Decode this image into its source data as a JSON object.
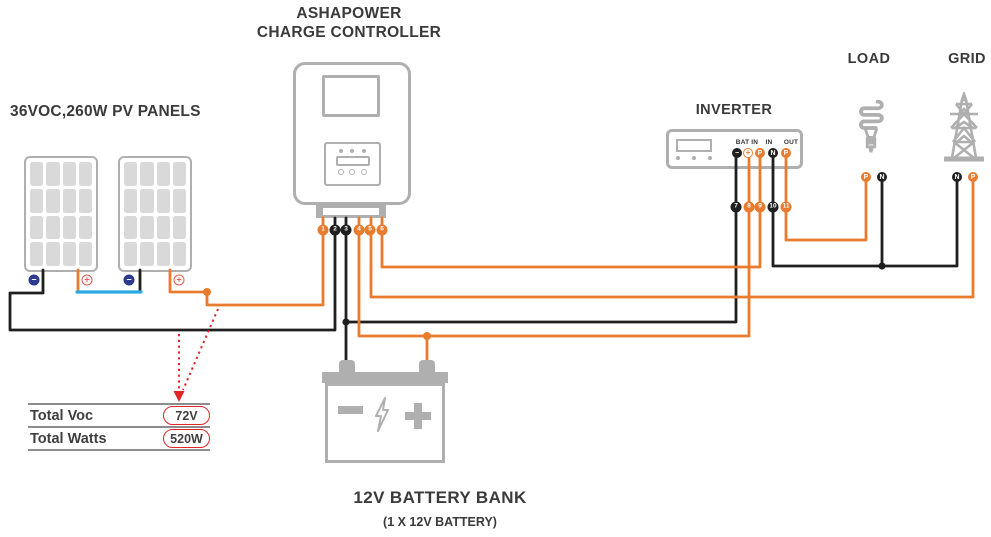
{
  "colors": {
    "orange": "#E87B2D",
    "wireblack": "#1F1F1F",
    "blue": "#29ABE2",
    "gray": "#AFAFAF",
    "cellgray": "#D9D9D9",
    "red": "#E02428",
    "navy": "#2B3B8F",
    "plusred": "#E25B4D",
    "textdark": "#3A3A3A"
  },
  "controller": {
    "title_line1": "ASHAPOWER",
    "title_line2": "CHARGE CONTROLLER",
    "terminals": [
      {
        "num": "1",
        "color": "orange"
      },
      {
        "num": "2",
        "color": "black"
      },
      {
        "num": "3",
        "color": "black"
      },
      {
        "num": "4",
        "color": "orange"
      },
      {
        "num": "5",
        "color": "orange"
      },
      {
        "num": "6",
        "color": "orange"
      }
    ]
  },
  "pv": {
    "title": "36VOC,260W PV PANELS",
    "panels": [
      {
        "terminals": [
          {
            "symbol": "−",
            "polarity": "negative"
          },
          {
            "symbol": "+",
            "polarity": "positive"
          }
        ]
      },
      {
        "terminals": [
          {
            "symbol": "−",
            "polarity": "negative"
          },
          {
            "symbol": "+",
            "polarity": "positive"
          }
        ]
      }
    ]
  },
  "inverter": {
    "title": "INVERTER",
    "port_groups": [
      "BAT IN",
      "IN",
      "OUT"
    ],
    "terminals": [
      {
        "label": "−",
        "color": "black"
      },
      {
        "label": "+",
        "color": "orange"
      },
      {
        "label": "P",
        "color": "orange"
      },
      {
        "label": "N",
        "color": "black"
      },
      {
        "label": "P",
        "color": "orange"
      }
    ],
    "wire_badges": [
      {
        "num": "7",
        "color": "black"
      },
      {
        "num": "8",
        "color": "orange"
      },
      {
        "num": "9",
        "color": "orange"
      },
      {
        "num": "10",
        "color": "black"
      },
      {
        "num": "11",
        "color": "orange"
      }
    ]
  },
  "load": {
    "title": "LOAD",
    "terminals": [
      {
        "label": "P",
        "color": "orange"
      },
      {
        "label": "N",
        "color": "black"
      }
    ]
  },
  "grid": {
    "title": "GRID",
    "terminals": [
      {
        "label": "N",
        "color": "black"
      },
      {
        "label": "P",
        "color": "orange"
      }
    ]
  },
  "battery": {
    "title": "12V BATTERY BANK",
    "subtitle": "(1 X 12V BATTERY)"
  },
  "summary": {
    "rows": [
      {
        "label": "Total Voc",
        "value": "72V"
      },
      {
        "label": "Total Watts",
        "value": "520W"
      }
    ]
  }
}
